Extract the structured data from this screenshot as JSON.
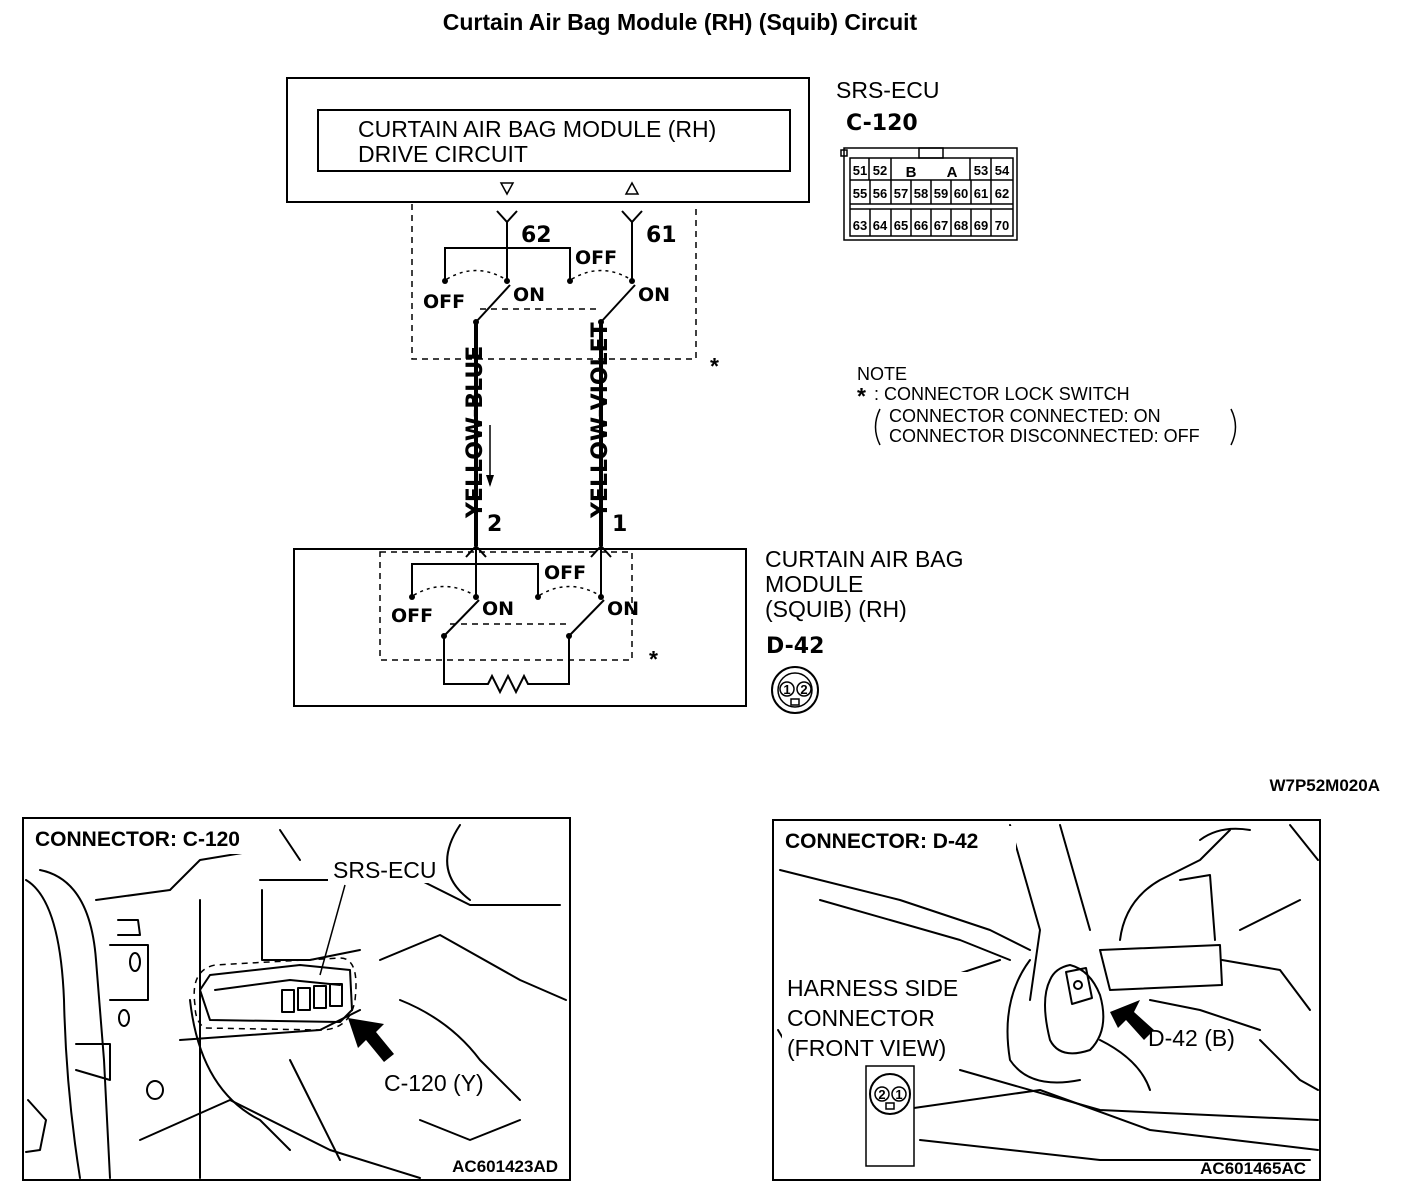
{
  "title": "Curtain Air Bag Module (RH) (Squib) Circuit",
  "ecu": {
    "name": "SRS-ECU",
    "connector": "C-120",
    "inner_label_line1": "CURTAIN AIR BAG MODULE (RH)",
    "inner_label_line2": "DRIVE CIRCUIT",
    "pin_left": "62",
    "pin_right": "61",
    "pins_row1": [
      "51",
      "52",
      "B",
      "A",
      "53",
      "54"
    ],
    "pins_row2": [
      "55",
      "56",
      "57",
      "58",
      "59",
      "60",
      "61",
      "62"
    ],
    "pins_row3": [
      "63",
      "64",
      "65",
      "66",
      "67",
      "68",
      "69",
      "70"
    ]
  },
  "switch_labels": {
    "off": "OFF",
    "on": "ON"
  },
  "asterisk": "*",
  "wires": {
    "left": {
      "color": "YELLOW-BLUE",
      "pin": "2"
    },
    "right": {
      "color": "YELLOW-VIOLET",
      "pin": "1"
    }
  },
  "module": {
    "name_line1": "CURTAIN AIR BAG",
    "name_line2": "MODULE",
    "name_line3": "(SQUIB) (RH)",
    "connector": "D-42",
    "pins": [
      "1",
      "2"
    ]
  },
  "note": {
    "heading": "NOTE",
    "line1": ": CONNECTOR LOCK SWITCH",
    "line2": "CONNECTOR CONNECTED: ON",
    "line3": "CONNECTOR DISCONNECTED: OFF"
  },
  "diagram_code": "W7P52M020A",
  "panel_left": {
    "heading": "CONNECTOR: C-120",
    "ecu_label": "SRS-ECU",
    "callout": "C-120 (Y)",
    "code": "AC601423AD"
  },
  "panel_right": {
    "heading": "CONNECTOR: D-42",
    "harness_line1": "HARNESS SIDE",
    "harness_line2": "CONNECTOR",
    "harness_line3": "(FRONT VIEW)",
    "callout": "D-42 (B)",
    "pins": [
      "2",
      "1"
    ],
    "code": "AC601465AC"
  }
}
